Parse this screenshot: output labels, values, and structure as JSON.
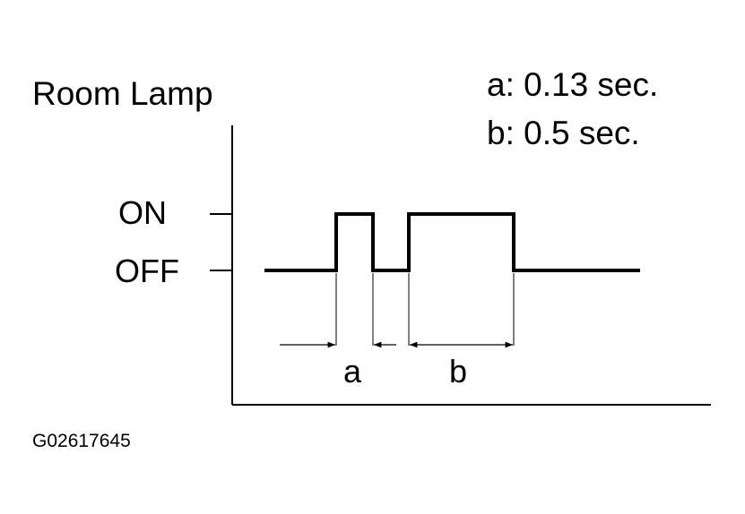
{
  "diagram": {
    "title": "Room Lamp",
    "legend": {
      "a": "a: 0.13 sec.",
      "b": "b: 0.5 sec."
    },
    "levels": {
      "on": "ON",
      "off": "OFF"
    },
    "interval_labels": {
      "a": "a",
      "b": "b"
    },
    "figure_id": "G02617645"
  }
}
